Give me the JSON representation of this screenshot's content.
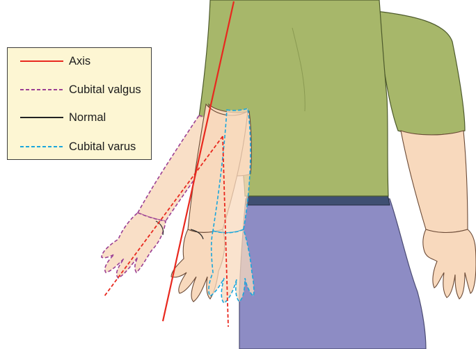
{
  "legend": {
    "items": [
      {
        "label": "Axis",
        "color": "#e8281e",
        "dash": "solid"
      },
      {
        "label": "Cubital valgus",
        "color": "#9b3f93",
        "dash": "dashed"
      },
      {
        "label": "Normal",
        "color": "#222222",
        "dash": "solid"
      },
      {
        "label": "Cubital varus",
        "color": "#19a6dc",
        "dash": "dashed"
      }
    ]
  },
  "colors": {
    "shirt": "#a7b76a",
    "pants": "#8d8cc4",
    "belt": "#3f4f72",
    "skin": "#f8d9bd",
    "axis": "#e8281e",
    "valgus": "#9b3f93",
    "varus": "#19a6dc"
  }
}
